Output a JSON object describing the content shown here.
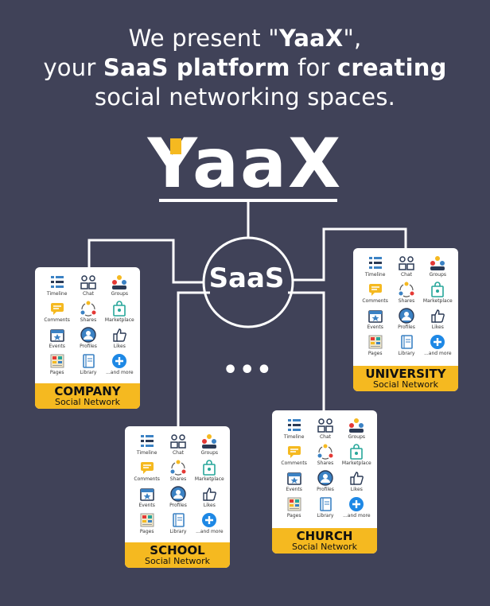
{
  "headline": {
    "line1_pre": "We present \"",
    "line1_bold": "YaaX",
    "line1_post": "\",",
    "line2_pre": "your ",
    "line2_bold1": "SaaS platform",
    "line2_mid": " for ",
    "line2_bold2": "creating",
    "line3": "social networking spaces."
  },
  "logo": {
    "word": "YaaX"
  },
  "hub": {
    "label": "SaaS",
    "more": "•••"
  },
  "features": [
    {
      "label": "Timeline",
      "icon": "timeline-icon"
    },
    {
      "label": "Chat",
      "icon": "chat-icon"
    },
    {
      "label": "Groups",
      "icon": "groups-icon"
    },
    {
      "label": "Comments",
      "icon": "comments-icon"
    },
    {
      "label": "Shares",
      "icon": "shares-icon"
    },
    {
      "label": "Marketplace",
      "icon": "marketplace-icon"
    },
    {
      "label": "Events",
      "icon": "events-icon"
    },
    {
      "label": "Profiles",
      "icon": "profiles-icon"
    },
    {
      "label": "Likes",
      "icon": "likes-icon"
    },
    {
      "label": "Pages",
      "icon": "pages-icon"
    },
    {
      "label": "Library",
      "icon": "library-icon"
    },
    {
      "label": "...and more",
      "icon": "plus-icon"
    }
  ],
  "networks": [
    {
      "title": "COMPANY",
      "subtitle": "Social Network"
    },
    {
      "title": "UNIVERSITY",
      "subtitle": "Social Network"
    },
    {
      "title": "SCHOOL",
      "subtitle": "Social Network"
    },
    {
      "title": "CHURCH",
      "subtitle": "Social Network"
    }
  ],
  "colors": {
    "background": "#404258",
    "accent": "#f5b920",
    "line": "#ffffff"
  }
}
